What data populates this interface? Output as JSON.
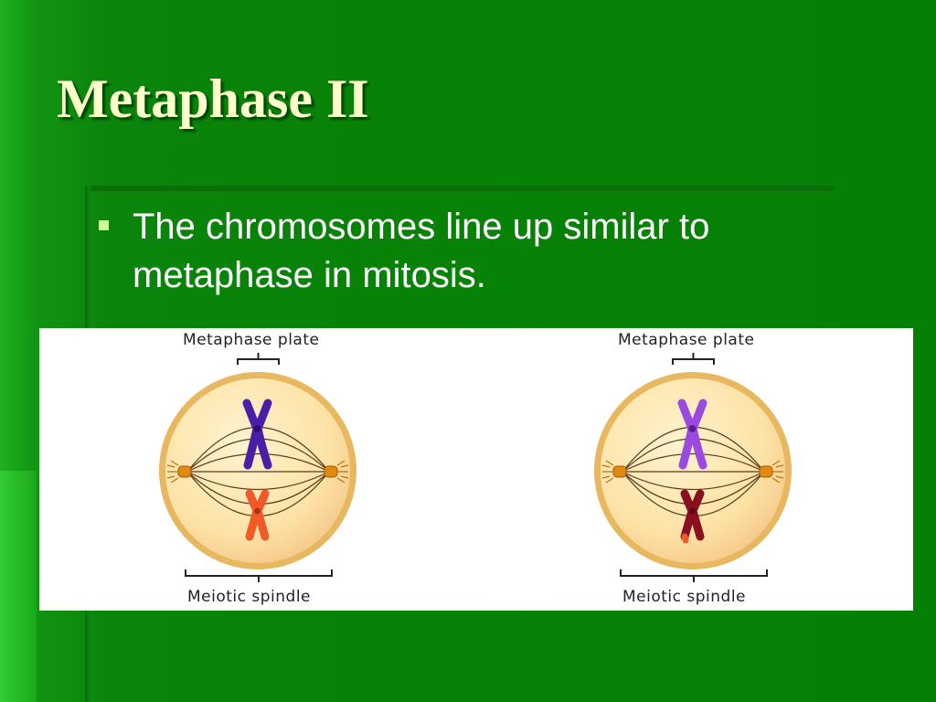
{
  "slide": {
    "title": "Metaphase II",
    "bullet": "The chromosomes line up similar to metaphase in mitosis."
  },
  "figure": {
    "diagrams": [
      {
        "top_label": "Metaphase plate",
        "bottom_label": "Meiotic spindle",
        "chromosome_colors": {
          "upper": "#4a1fa8",
          "lower": "#f05a28"
        }
      },
      {
        "top_label": "Metaphase plate",
        "bottom_label": "Meiotic spindle",
        "chromosome_colors": {
          "upper": "#9a4ae0",
          "lower": "#8a1020"
        }
      }
    ]
  },
  "colors": {
    "background": "#058005",
    "title": "#ffffcc",
    "bullet_marker": "#ccff99",
    "cell_fill": "#fde7b0",
    "cell_rim": "#e8b860"
  }
}
